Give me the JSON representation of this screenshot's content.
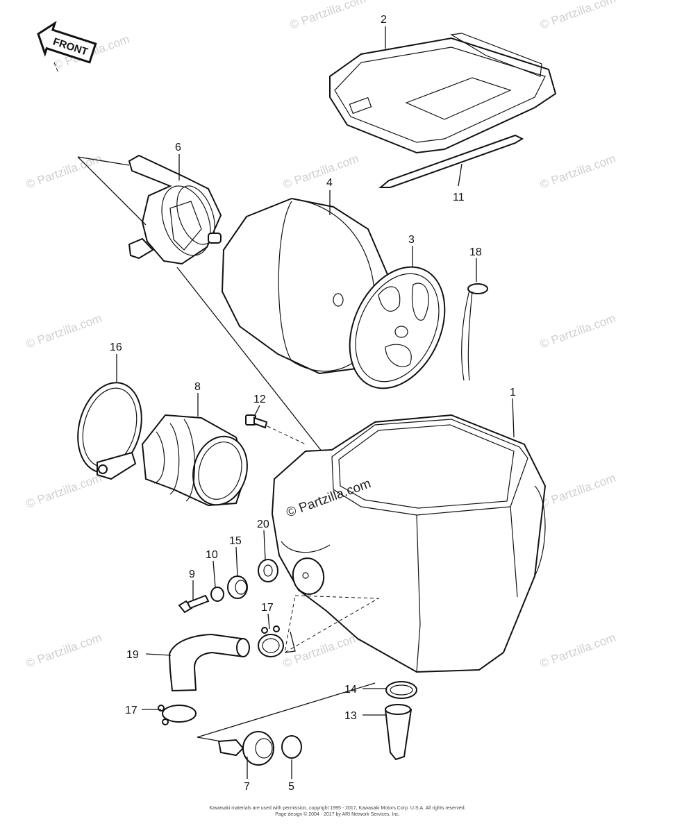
{
  "front_tag": "FRONT",
  "parts": [
    {
      "id": "p1",
      "label": "1"
    },
    {
      "id": "p2",
      "label": "2"
    },
    {
      "id": "p3",
      "label": "3"
    },
    {
      "id": "p4",
      "label": "4"
    },
    {
      "id": "p5",
      "label": "5"
    },
    {
      "id": "p6",
      "label": "6"
    },
    {
      "id": "p7",
      "label": "7"
    },
    {
      "id": "p8",
      "label": "8"
    },
    {
      "id": "p9",
      "label": "9"
    },
    {
      "id": "p10",
      "label": "10"
    },
    {
      "id": "p11",
      "label": "11"
    },
    {
      "id": "p12",
      "label": "12"
    },
    {
      "id": "p13",
      "label": "13"
    },
    {
      "id": "p14",
      "label": "14"
    },
    {
      "id": "p15",
      "label": "15"
    },
    {
      "id": "p16",
      "label": "16"
    },
    {
      "id": "p17a",
      "label": "17"
    },
    {
      "id": "p17b",
      "label": "17"
    },
    {
      "id": "p18",
      "label": "18"
    },
    {
      "id": "p19",
      "label": "19"
    },
    {
      "id": "p20",
      "label": "20"
    }
  ],
  "watermark": {
    "main": "© Partzilla.com",
    "repeat": "© Partzilla.com"
  },
  "footer": {
    "line1": "Kawasaki materials are used with permission, copyright 1995 - 2017, Kawasaki Motors Corp. U.S.A. All rights reserved.",
    "line2": "Page design © 2004 - 2017 by ARI Network Services, Inc."
  }
}
